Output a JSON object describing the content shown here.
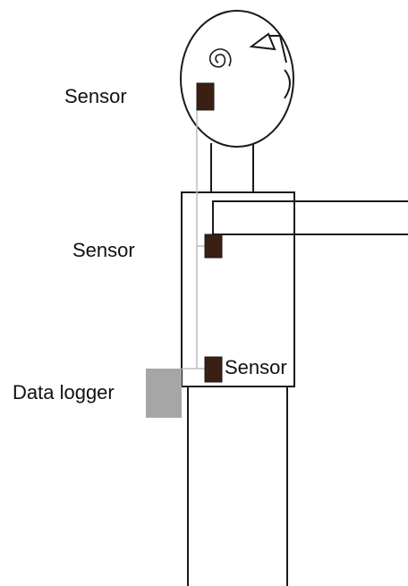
{
  "labels": {
    "head_sensor": "Sensor",
    "chest_sensor": "Sensor",
    "waist_sensor": "Sensor",
    "data_logger": "Data logger"
  },
  "colors": {
    "outline": "#1a1a1a",
    "sensor": "#3b1f14",
    "logger": "#a6a6a6",
    "cable": "#bdbdbd"
  }
}
